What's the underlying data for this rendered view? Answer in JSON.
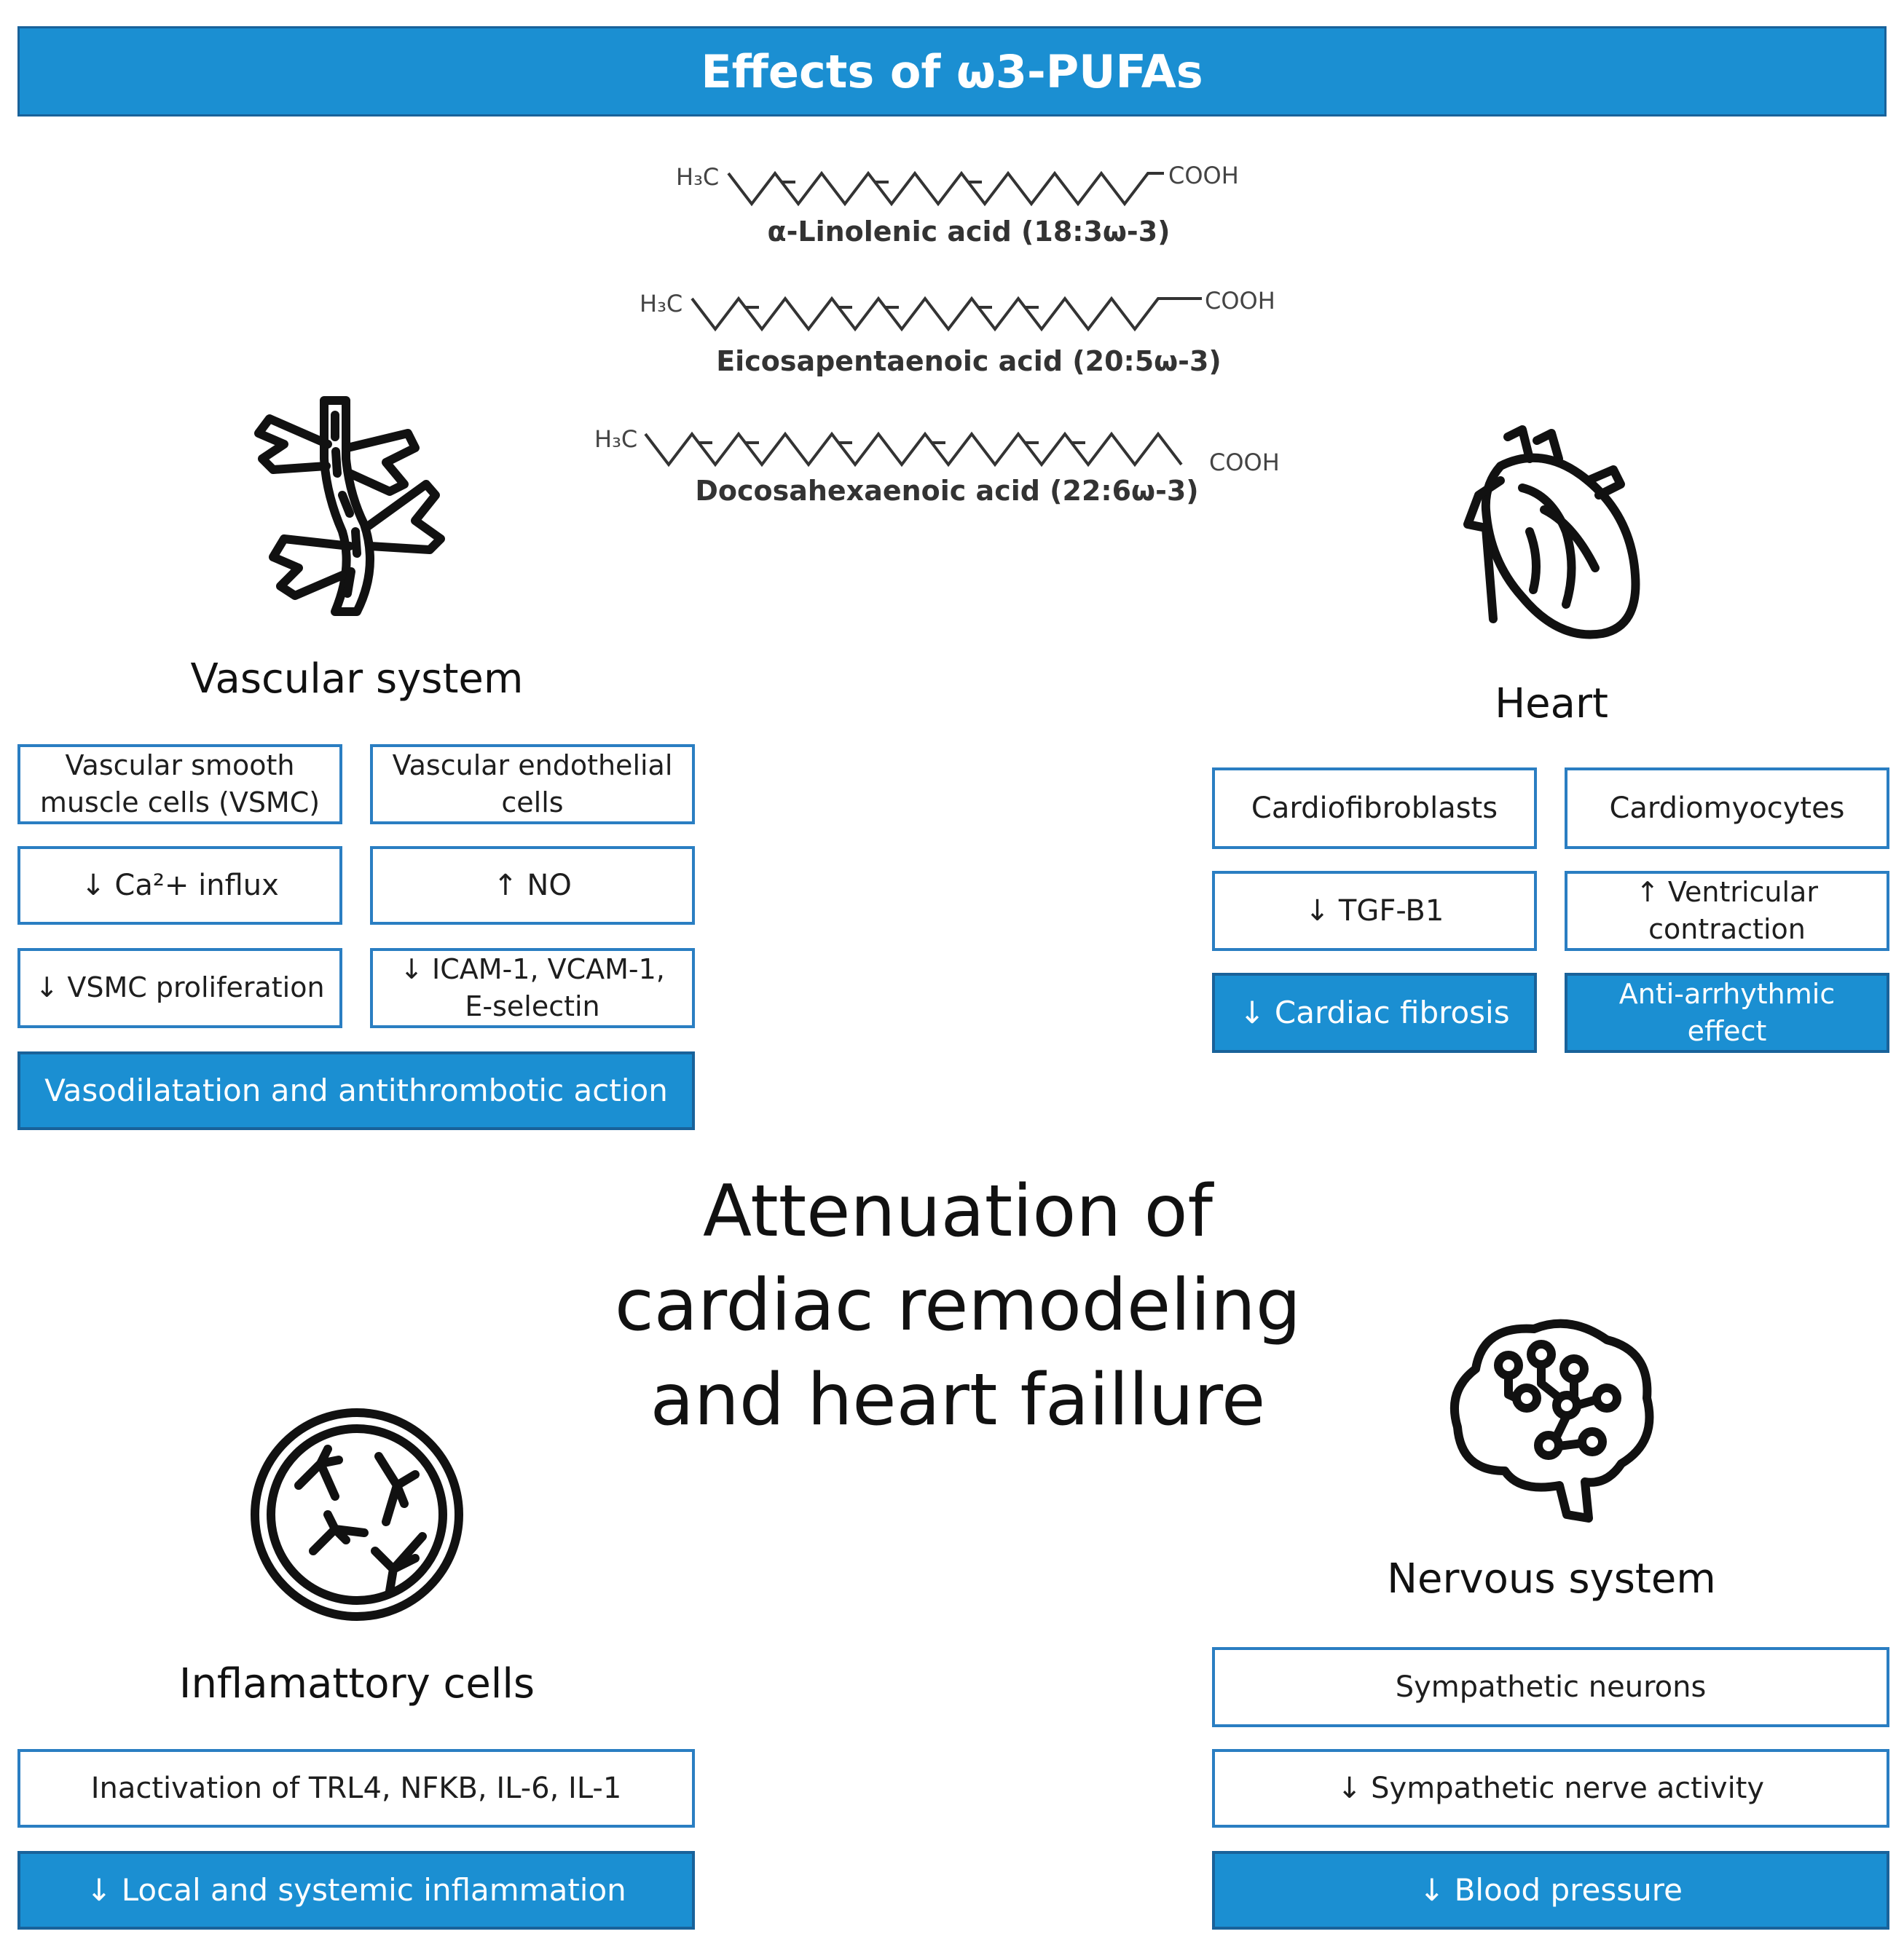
{
  "title": "Effects of ω3-PUFAs",
  "acids": [
    {
      "name": "α-Linolenic acid (18:3ω-3)",
      "left_group": "H₃C",
      "right_group": "COOH"
    },
    {
      "name": "Eicosapentaenoic acid (20:5ω-3)",
      "left_group": "H₃C",
      "right_group": "COOH"
    },
    {
      "name": "Docosahexaenoic acid (22:6ω-3)",
      "left_group": "H₃C",
      "right_group": "COOH"
    }
  ],
  "vascular": {
    "title": "Vascular system",
    "col1": [
      "Vascular smooth muscle cells (VSMC)",
      "↓ Ca²+ influx",
      "↓ VSMC proliferation"
    ],
    "col2": [
      "Vascular endothelial cells",
      "↑ NO",
      "↓ ICAM-1, VCAM-1, E-selectin"
    ],
    "outcome": "Vasodilatation and antithrombotic action"
  },
  "heart": {
    "title": "Heart",
    "col1": [
      "Cardiofibroblasts",
      "↓ TGF-B1"
    ],
    "col2": [
      "Cardiomyocytes",
      "↑ Ventricular contraction"
    ],
    "outcome1": "↓ Cardiac fibrosis",
    "outcome2": "Anti-arrhythmic effect"
  },
  "center": "Attenuation of cardiac remodeling and heart faillure",
  "inflammatory": {
    "title": "Inflamattory cells",
    "box": "Inactivation of TRL4, NFKB, IL-6, IL-1",
    "outcome": "↓ Local and systemic inflammation"
  },
  "nervous": {
    "title": "Nervous system",
    "box1": "Sympathetic neurons",
    "box2": "↓ Sympathetic nerve activity",
    "outcome": "↓ Blood pressure"
  },
  "colors": {
    "accent": "#1b8fd2",
    "border": "#2a7ec2"
  },
  "icons": [
    "blood-vessel-icon",
    "heart-icon",
    "antibody-cell-icon",
    "brain-circuit-icon"
  ]
}
